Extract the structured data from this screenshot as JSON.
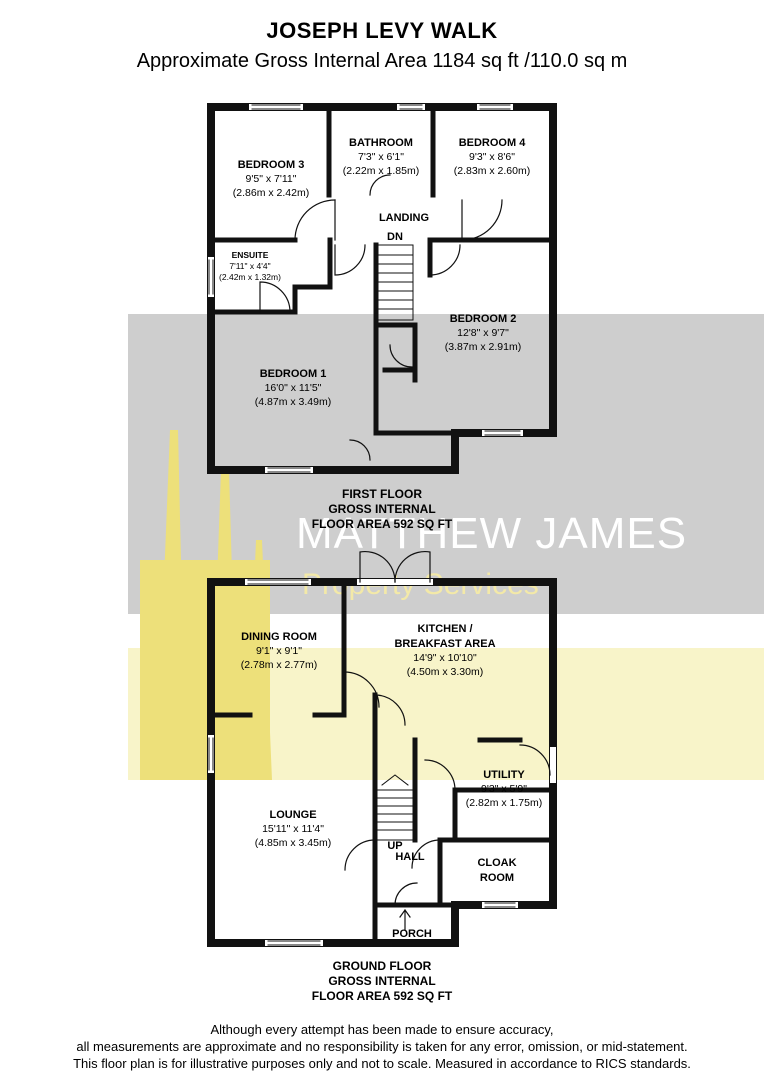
{
  "header": {
    "title": "JOSEPH LEVY WALK",
    "subtitle": "Approximate Gross Internal Area 1184 sq ft /110.0 sq m"
  },
  "watermark": {
    "line1": "MATTHEW JAMES",
    "line2": "Property Services"
  },
  "first_floor": {
    "bedroom3": {
      "name": "BEDROOM 3",
      "imperial": "9'5\" x 7'11\"",
      "metric": "(2.86m x 2.42m)"
    },
    "bathroom": {
      "name": "BATHROOM",
      "imperial": "7'3\" x 6'1\"",
      "metric": "(2.22m x 1.85m)"
    },
    "bedroom4": {
      "name": "BEDROOM 4",
      "imperial": "9'3\" x 8'6\"",
      "metric": "(2.83m x 2.60m)"
    },
    "landing": {
      "name": "LANDING"
    },
    "stairs_label": "DN",
    "ensuite": {
      "name": "ENSUITE",
      "imperial": "7'11\" x 4'4\"",
      "metric": "(2.42m x 1.32m)"
    },
    "bedroom2": {
      "name": "BEDROOM 2",
      "imperial": "12'8\" x 9'7\"",
      "metric": "(3.87m x 2.91m)"
    },
    "bedroom1": {
      "name": "BEDROOM 1",
      "imperial": "16'0\" x 11'5\"",
      "metric": "(4.87m x 3.49m)"
    },
    "caption": [
      "FIRST FLOOR",
      "GROSS INTERNAL",
      "FLOOR AREA 592 SQ FT"
    ]
  },
  "ground_floor": {
    "dining": {
      "name": "DINING ROOM",
      "imperial": "9'1\" x 9'1\"",
      "metric": "(2.78m x 2.77m)"
    },
    "kitchen": {
      "name1": "KITCHEN /",
      "name2": "BREAKFAST AREA",
      "imperial": "14'9\" x 10'10\"",
      "metric": "(4.50m x 3.30m)"
    },
    "utility": {
      "name": "UTILITY",
      "imperial": "9'3\" x 5'9\"",
      "metric": "(2.82m x 1.75m)"
    },
    "lounge": {
      "name": "LOUNGE",
      "imperial": "15'11\" x 11'4\"",
      "metric": "(4.85m x 3.45m)"
    },
    "stairs_label": "UP",
    "hall": {
      "name": "HALL"
    },
    "cloak": {
      "name1": "CLOAK",
      "name2": "ROOM"
    },
    "porch": {
      "name": "PORCH"
    },
    "caption": [
      "GROUND FLOOR",
      "GROSS INTERNAL",
      "FLOOR AREA 592 SQ FT"
    ]
  },
  "footer": {
    "line1": "Although every attempt has been made to ensure accuracy,",
    "line2": "all measurements are approximate and no responsibility is taken for any error, omission, or mid-statement.",
    "line3": "This floor plan is for illustrative purposes only and not to scale. Measured in accordance to RICS standards."
  },
  "colors": {
    "wall": "#111111",
    "watermark_grey": "#c9c9c9",
    "watermark_yellow": "#f7f2c0",
    "spire": "#ede07a"
  }
}
